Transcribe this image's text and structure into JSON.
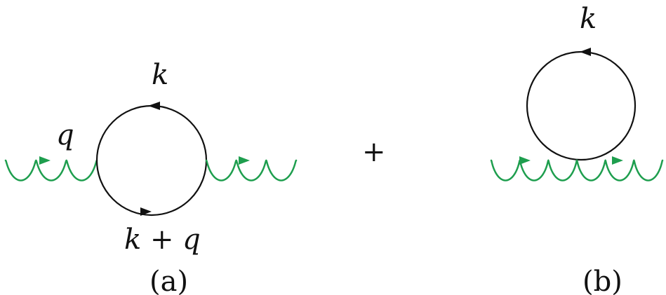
{
  "diagram_a": {
    "caption": "(a)",
    "incoming_label": "q",
    "loop_top_label": "k",
    "loop_bottom_label": "k + q"
  },
  "operator": "+",
  "diagram_b": {
    "caption": "(b)",
    "loop_top_label": "k"
  },
  "colors": {
    "gluon": "#1e9e4e",
    "line": "#111111"
  }
}
